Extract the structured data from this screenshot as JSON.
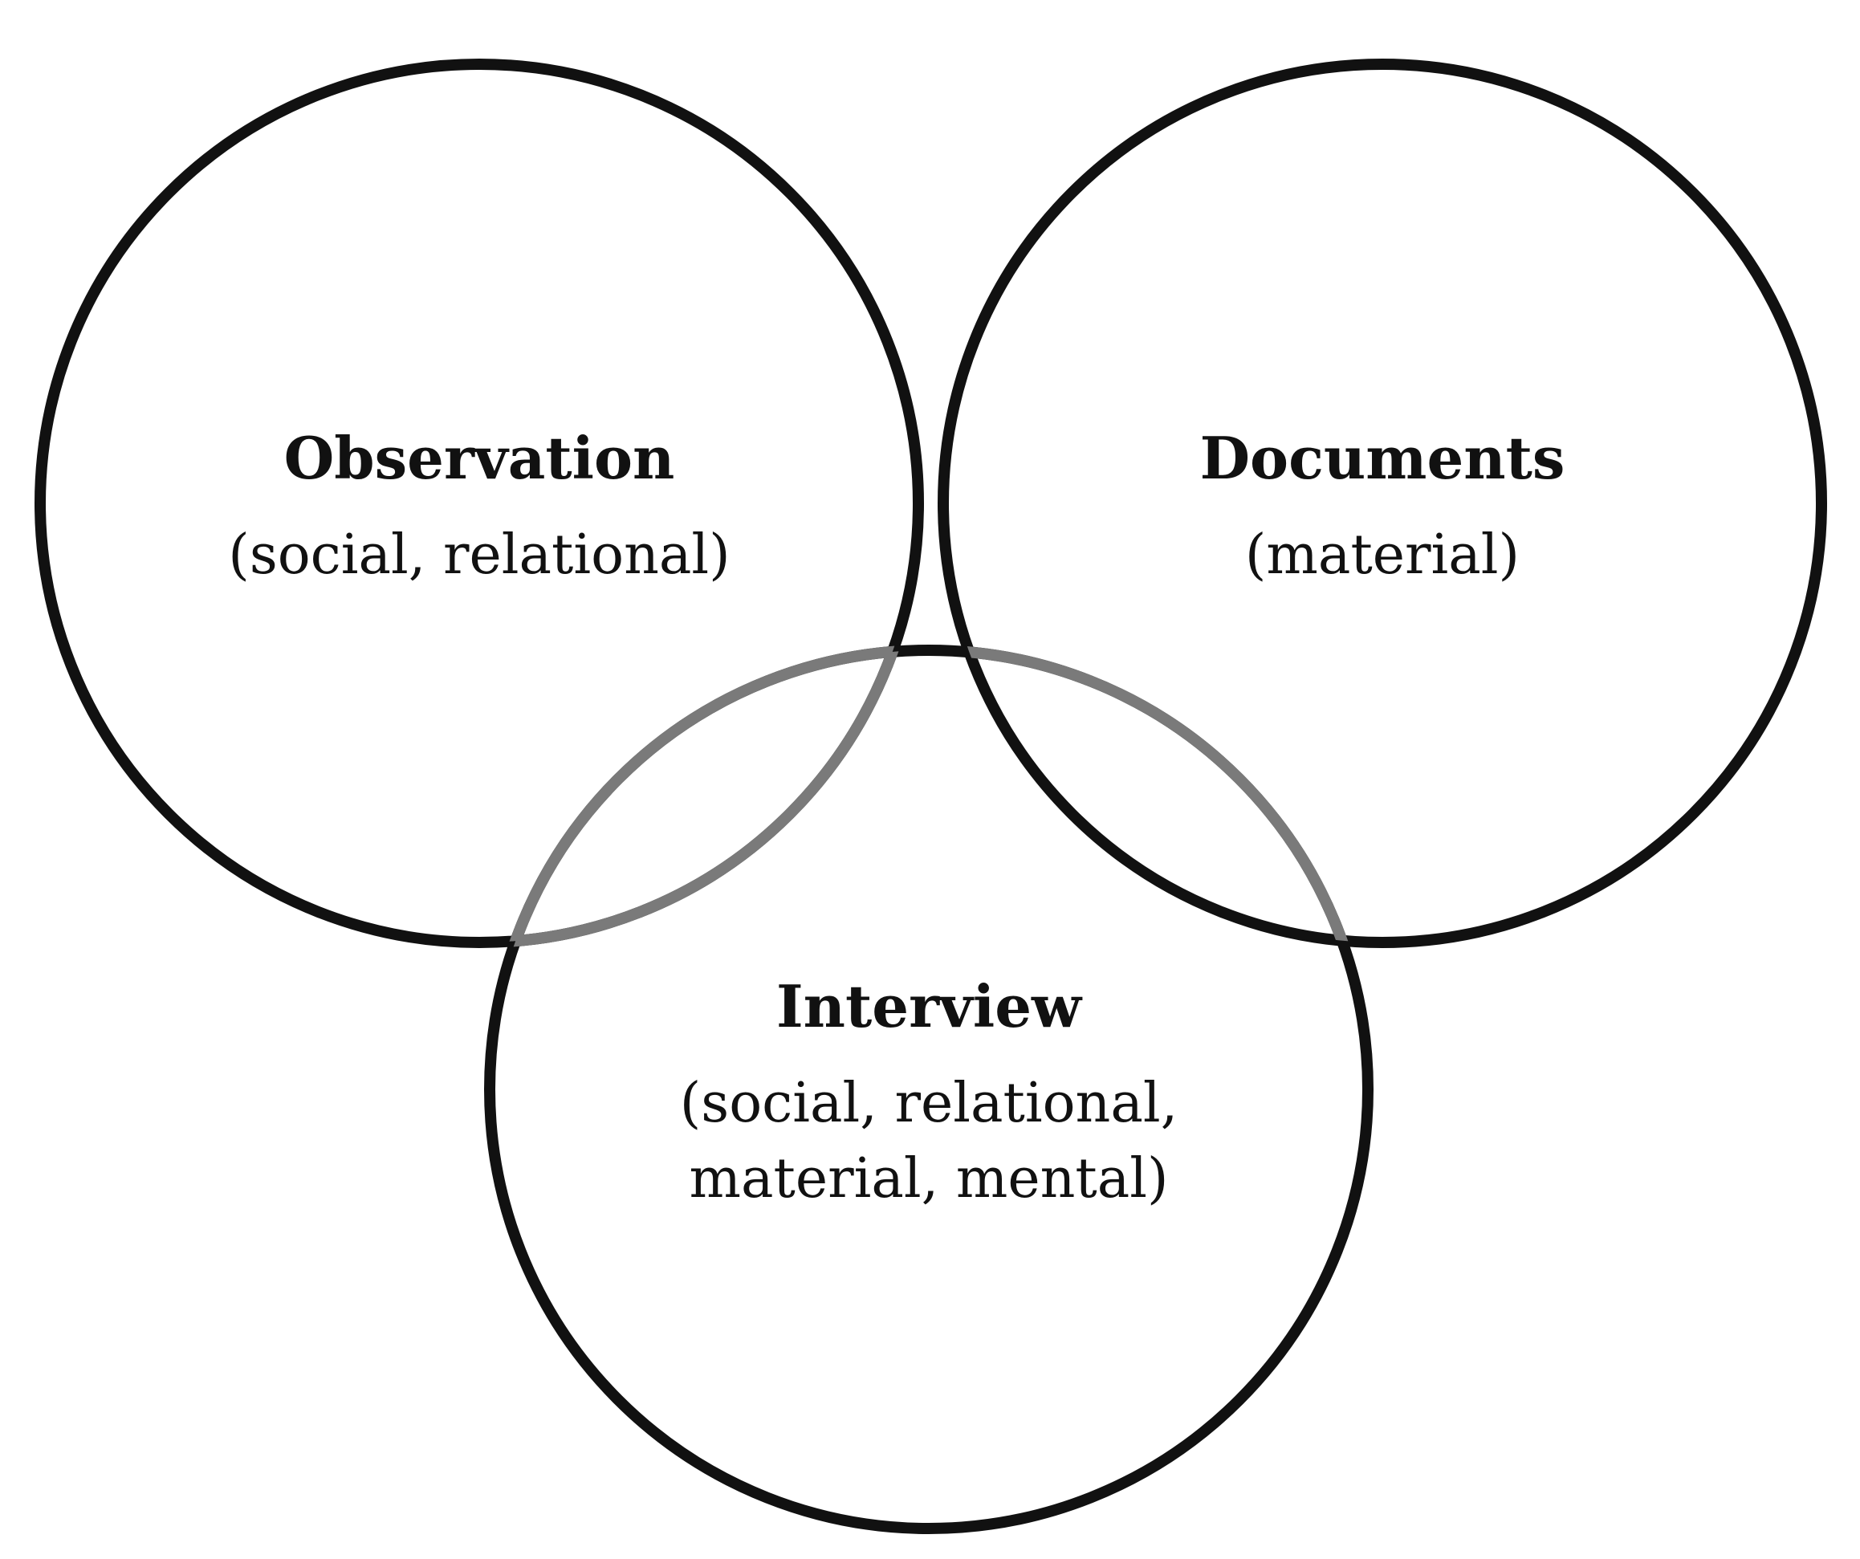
{
  "diagram": {
    "stroke_color": "#111111",
    "overlap_stroke_color": "#7a7a7a",
    "circles": [
      {
        "id": "observation",
        "title": "Observation",
        "description": "(social, relational)"
      },
      {
        "id": "documents",
        "title": "Documents",
        "description": "(material)"
      },
      {
        "id": "interview",
        "title": "Interview",
        "description": "(social, relational,\nmaterial, mental)"
      }
    ]
  }
}
